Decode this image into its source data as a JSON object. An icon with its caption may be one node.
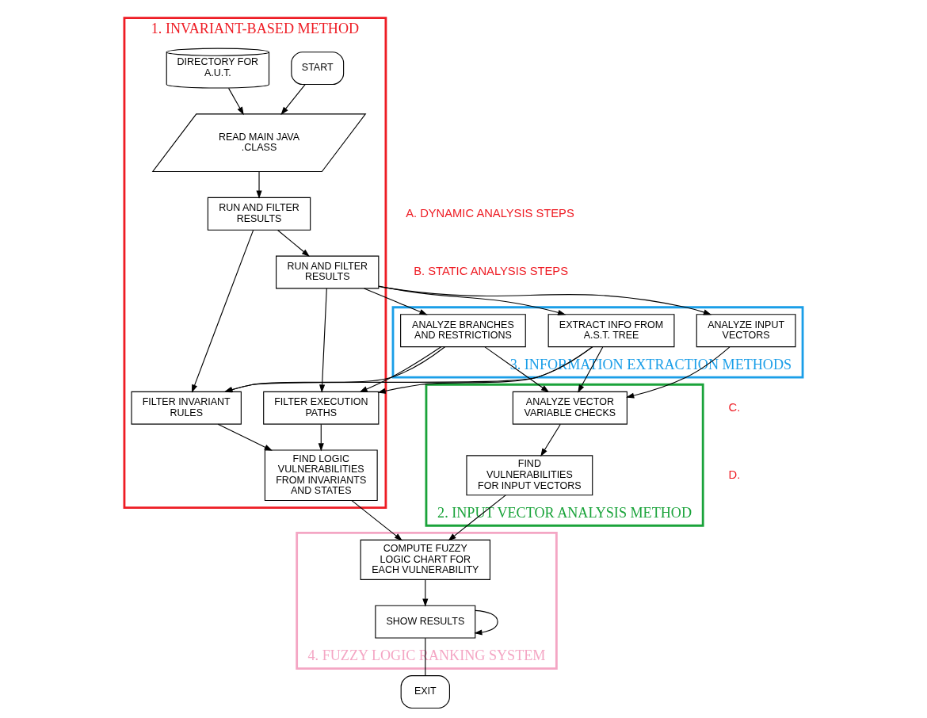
{
  "diagram": {
    "nodes": [
      {
        "text": [
          "1. INVARIANT-BASED METHOD"
        ]
      },
      {
        "text": [
          "START"
        ],
        "in": 0
      },
      {
        "text": [
          "DIRECTORY FOR A.U.T."
        ],
        "in": 0
      },
      {
        "text": [
          "READ MAIN JAVA .CLASS"
        ],
        "in": 0
      },
      {
        "text": [
          "RUN AND FILTER RESULTS"
        ],
        "in": 0
      },
      {
        "text": [
          "RUN AND FILTER RESULTS"
        ],
        "in": 0
      },
      {
        "text": [
          "FILTER INVARIANT RULES"
        ],
        "in": 0
      },
      {
        "text": [
          "FILTER EXECUTION PATHS"
        ],
        "in": 0
      },
      {
        "text": [
          "FIND LOGIC VULNERABILITIES FROM INVARIANTS AND STATES"
        ],
        "in": 0
      },
      {
        "text": [
          "3. INFORMATION EXTRACTION METHODS"
        ]
      },
      {
        "text": [
          "EXTRACT INFO FROM A.S.T. TREE"
        ],
        "in": 9
      },
      {
        "text": [
          "ANALYZE INPUT VECTORS"
        ],
        "in": 9
      },
      {
        "text": [
          "ANALYZE BRANCHES AND RESTRICTIONS"
        ],
        "in": 9
      },
      {
        "text": [
          "2. INPUT VECTOR ANALYSIS METHOD"
        ]
      },
      {
        "text": [
          "ANALYZE VECTOR VARIABLE CHECKS"
        ],
        "in": 13
      },
      {
        "text": [
          "FIND VULNERABILITIES FOR INPUT VECTORS"
        ],
        "in": 13
      },
      {
        "text": [
          "4. FUZZY LOGIC RANKING SYSTEM"
        ]
      },
      {
        "text": [
          "COMPUTE FUZZY LOGIC CHART FOR EACH VULNERABILITY"
        ],
        "in": 16
      },
      {
        "text": [
          "SHOW RESULTS"
        ],
        "in": 16
      },
      {
        "text": [
          "EXIT"
        ]
      }
    ],
    "edges": [
      {
        "from": 1,
        "to": 3,
        "arrow": "to"
      },
      {
        "from": 2,
        "to": 3,
        "arrow": "to"
      },
      {
        "from": 3,
        "to": 4,
        "arrow": "to"
      },
      {
        "from": 4,
        "to": 5,
        "arrow": "to"
      },
      {
        "from": 4,
        "to": 6,
        "arrow": "to"
      },
      {
        "from": 5,
        "to": 10,
        "arrow": "to"
      },
      {
        "from": 5,
        "to": 11,
        "arrow": "to"
      },
      {
        "from": 5,
        "to": 12,
        "arrow": "to"
      },
      {
        "from": 5,
        "to": 7,
        "arrow": "to"
      },
      {
        "from": 10,
        "to": 6,
        "arrow": "to"
      },
      {
        "from": 10,
        "to": 7,
        "arrow": "to"
      },
      {
        "from": 12,
        "to": 6,
        "arrow": "to"
      },
      {
        "from": 12,
        "to": 7,
        "arrow": "to"
      },
      {
        "from": 10,
        "to": 14,
        "arrow": "to"
      },
      {
        "from": 11,
        "to": 14,
        "arrow": "to"
      },
      {
        "from": 12,
        "to": 14,
        "arrow": "to"
      },
      {
        "from": 14,
        "to": 15,
        "arrow": "to"
      },
      {
        "from": 6,
        "to": 8,
        "arrow": "to"
      },
      {
        "from": 7,
        "to": 8,
        "arrow": "to"
      },
      {
        "from": 8,
        "to": 17,
        "arrow": "to"
      },
      {
        "from": 15,
        "to": 17,
        "arrow": "to"
      },
      {
        "from": 17,
        "to": 18,
        "arrow": "to"
      },
      {
        "from": 18,
        "to": 18,
        "arrow": "to"
      },
      {
        "from": 18,
        "to": 19,
        "arrow": "none"
      }
    ],
    "labels": [
      "A. DYNAMIC ANALYSIS STEPS",
      "B. STATIC ANALYSIS STEPS",
      "C.",
      "D."
    ]
  }
}
